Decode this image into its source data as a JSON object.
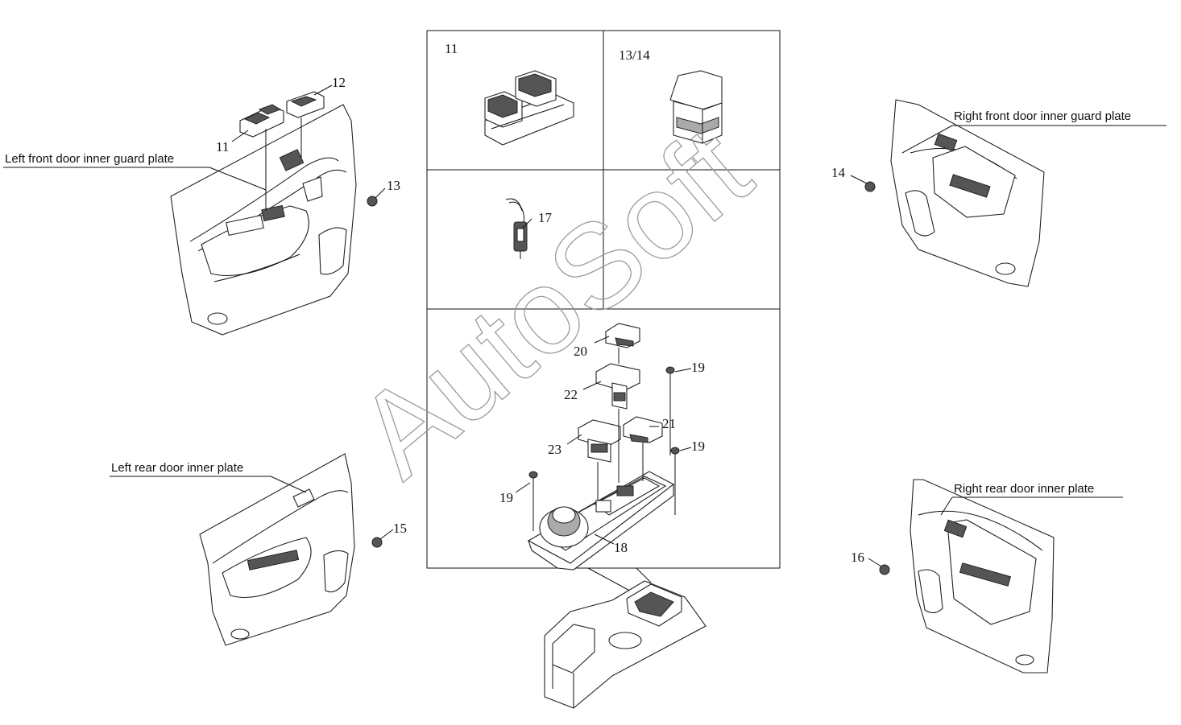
{
  "labels": {
    "left_front": "Left front door inner guard plate",
    "right_front": "Right front door inner guard plate",
    "left_rear": "Left rear door inner plate",
    "right_rear": "Right rear door inner plate"
  },
  "boxes": {
    "box_11": "11",
    "box_13_14": "13/14",
    "box_17": "17"
  },
  "callouts": {
    "c11": "11",
    "c12": "12",
    "c13": "13",
    "c14": "14",
    "c15": "15",
    "c16": "16",
    "c18": "18",
    "c19a": "19",
    "c19b": "19",
    "c19c": "19",
    "c20": "20",
    "c21": "21",
    "c22": "22",
    "c23": "23"
  },
  "watermark": "AutoSoft"
}
